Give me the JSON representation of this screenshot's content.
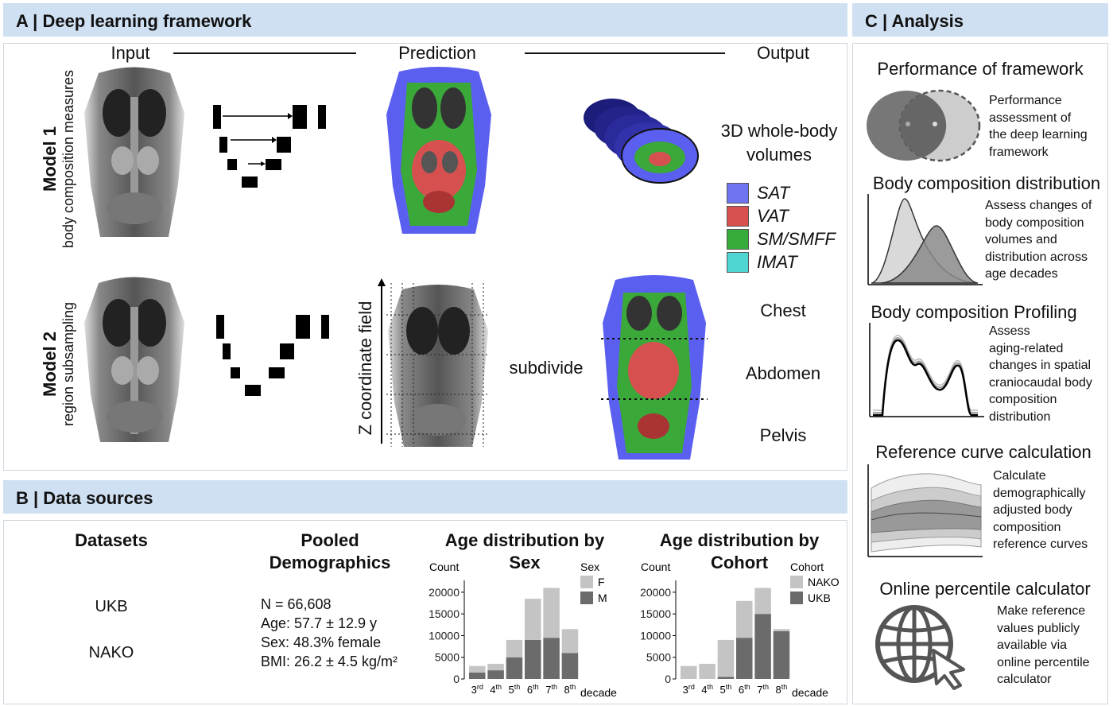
{
  "panel_a": {
    "header": "A | Deep learning framework",
    "columns": {
      "input": "Input",
      "prediction": "Prediction",
      "output": "Output"
    },
    "model1": {
      "title": "Model 1",
      "subtitle": "body composition measures"
    },
    "model2": {
      "title": "Model 2",
      "subtitle": "region subsampling"
    },
    "output_volumes": "3D whole-body\nvolumes",
    "legend": [
      {
        "label": "SAT",
        "color": "#6f74f0"
      },
      {
        "label": "VAT",
        "color": "#d9514f"
      },
      {
        "label": "SM/SMFF",
        "color": "#36ad3a"
      },
      {
        "label": "IMAT",
        "color": "#4fd6d3"
      }
    ],
    "z_label": "Z coordinate field",
    "subdivide": "subdivide",
    "regions": [
      "Chest",
      "Abdomen",
      "Pelvis"
    ]
  },
  "panel_b": {
    "header": "B | Data sources",
    "datasets_title": "Datasets",
    "datasets": [
      "UKB",
      "NAKO"
    ],
    "demographics_title": "Pooled\nDemographics",
    "demographics": [
      "N = 66,608",
      "Age: 57.7 ± 12.9 y",
      "Sex: 48.3%  female",
      "BMI: 26.2 ± 4.5 kg/m²"
    ]
  },
  "panel_c": {
    "header": "C | Analysis",
    "items": [
      {
        "title": "Performance of framework",
        "desc": "Performance\nassessment of\nthe deep learning\nframework"
      },
      {
        "title": "Body composition distribution",
        "desc": "Assess changes of\nbody composition\nvolumes and\ndistribution across\nage decades"
      },
      {
        "title": "Body composition Profiling",
        "desc": "Assess\naging-related\nchanges in spatial\ncraniocaudal body\ncomposition\ndistribution"
      },
      {
        "title": "Reference curve calculation",
        "desc": "Calculate\ndemographically\nadjusted body\ncomposition\nreference curves"
      },
      {
        "title": "Online percentile calculator",
        "desc": "Make reference\nvalues publicly\navailable via\nonline percentile\ncalculator"
      }
    ]
  },
  "chart_data": [
    {
      "type": "bar",
      "title": "Age distribution by Sex",
      "ylabel": "Count",
      "xlabel": "decade",
      "categories": [
        "3rd",
        "4th",
        "5th",
        "6th",
        "7th",
        "8th"
      ],
      "legend_title": "Sex",
      "stacked": true,
      "series": [
        {
          "name": "M",
          "color": "#6b6b6b",
          "values": [
            1500,
            2000,
            5000,
            9000,
            9500,
            6000
          ]
        },
        {
          "name": "F",
          "color": "#c4c4c4",
          "values": [
            1500,
            1500,
            4000,
            9500,
            11500,
            5500
          ]
        }
      ],
      "yticks": [
        0,
        5000,
        10000,
        15000,
        20000
      ],
      "ylim": [
        0,
        22000
      ]
    },
    {
      "type": "bar",
      "title": "Age distribution by Cohort",
      "ylabel": "Count",
      "xlabel": "decade",
      "categories": [
        "3rd",
        "4th",
        "5th",
        "6th",
        "7th",
        "8th"
      ],
      "legend_title": "Cohort",
      "stacked": true,
      "series": [
        {
          "name": "UKB",
          "color": "#6b6b6b",
          "values": [
            0,
            0,
            500,
            9500,
            15000,
            11000
          ]
        },
        {
          "name": "NAKO",
          "color": "#c4c4c4",
          "values": [
            3000,
            3500,
            8500,
            8500,
            6000,
            500
          ]
        }
      ],
      "yticks": [
        0,
        5000,
        10000,
        15000,
        20000
      ],
      "ylim": [
        0,
        22000
      ]
    }
  ]
}
